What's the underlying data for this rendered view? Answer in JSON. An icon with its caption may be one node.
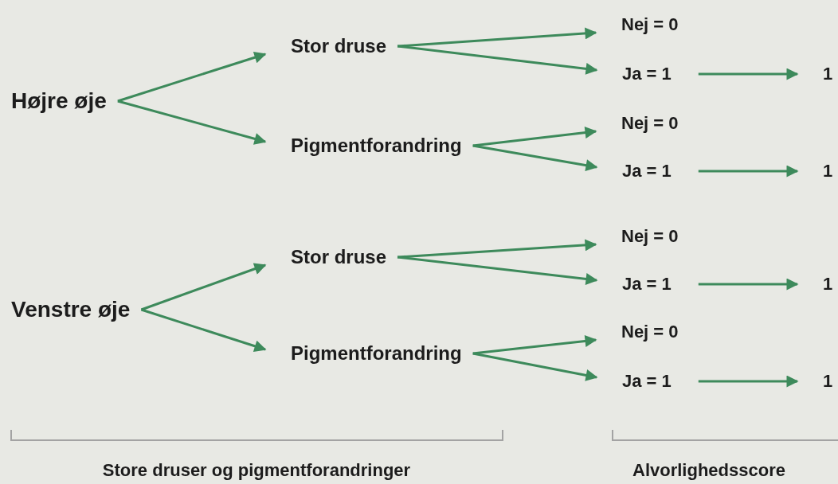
{
  "diagram": {
    "nodes": [
      {
        "text": [
          "Højre øje"
        ]
      },
      {
        "text": [
          "Stor druse"
        ]
      },
      {
        "text": [
          "Pigmentforandring"
        ]
      },
      {
        "text": [
          "Nej = 0"
        ]
      },
      {
        "text": [
          "Ja = 1"
        ]
      },
      {
        "text": [
          "1"
        ]
      },
      {
        "text": [
          "Nej = 0"
        ]
      },
      {
        "text": [
          "Ja = 1"
        ]
      },
      {
        "text": [
          "1"
        ]
      },
      {
        "text": [
          "Venstre øje"
        ]
      },
      {
        "text": [
          "Stor druse"
        ]
      },
      {
        "text": [
          "Pigmentforandring"
        ]
      },
      {
        "text": [
          "Nej = 0"
        ]
      },
      {
        "text": [
          "Ja = 1"
        ]
      },
      {
        "text": [
          "1"
        ]
      },
      {
        "text": [
          "Nej = 0"
        ]
      },
      {
        "text": [
          "Ja = 1"
        ]
      },
      {
        "text": [
          "1"
        ]
      }
    ],
    "edges": [
      {
        "from": 0,
        "to": 1,
        "arrow": "to"
      },
      {
        "from": 0,
        "to": 2,
        "arrow": "to"
      },
      {
        "from": 1,
        "to": 3,
        "arrow": "to"
      },
      {
        "from": 1,
        "to": 4,
        "arrow": "to"
      },
      {
        "from": 4,
        "to": 5,
        "arrow": "to"
      },
      {
        "from": 2,
        "to": 6,
        "arrow": "to"
      },
      {
        "from": 2,
        "to": 7,
        "arrow": "to"
      },
      {
        "from": 7,
        "to": 8,
        "arrow": "to"
      },
      {
        "from": 9,
        "to": 10,
        "arrow": "to"
      },
      {
        "from": 9,
        "to": 11,
        "arrow": "to"
      },
      {
        "from": 10,
        "to": 12,
        "arrow": "to"
      },
      {
        "from": 10,
        "to": 13,
        "arrow": "to"
      },
      {
        "from": 13,
        "to": 14,
        "arrow": "to"
      },
      {
        "from": 11,
        "to": 15,
        "arrow": "to"
      },
      {
        "from": 11,
        "to": 16,
        "arrow": "to"
      },
      {
        "from": 16,
        "to": 17,
        "arrow": "to"
      }
    ],
    "labels": [
      "Store druser og pigmentforandringer",
      "Alvorlighedsscore"
    ]
  }
}
